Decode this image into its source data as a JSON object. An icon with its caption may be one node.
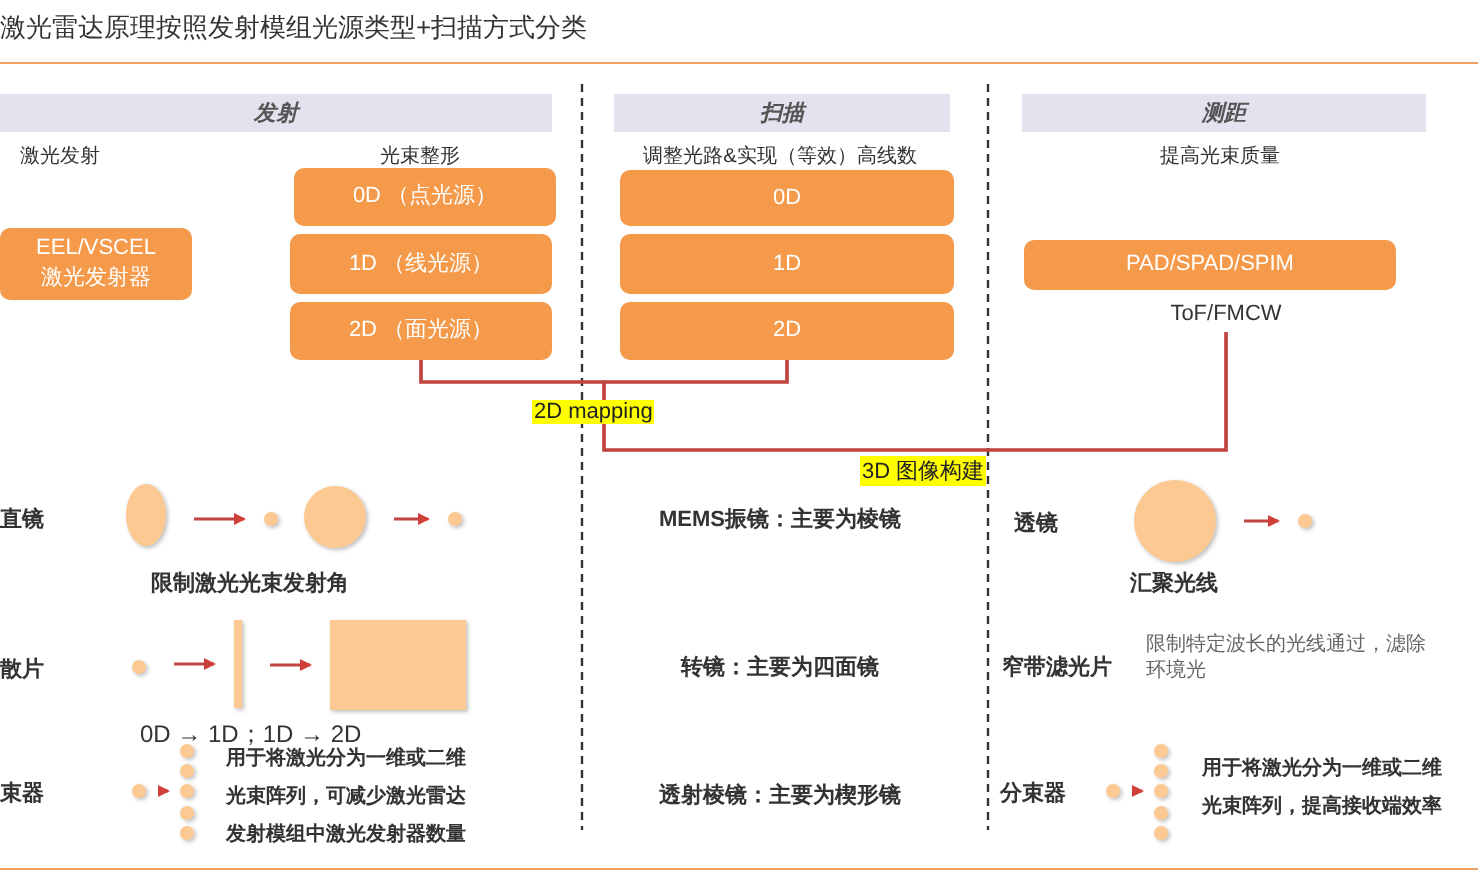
{
  "diagram": {
    "title": "激光雷达原理按照发射模组光源类型+扫描方式分类",
    "nodes": [
      {
        "text": [
          "发射"
        ]
      },
      {
        "text": [
          "扫描"
        ]
      },
      {
        "text": [
          "测距"
        ]
      },
      {
        "text": [
          "EEL/VSCEL 激光发射器"
        ]
      },
      {
        "text": [
          "0D （点光源）"
        ]
      },
      {
        "text": [
          "1D （线光源）"
        ]
      },
      {
        "text": [
          "2D （面光源）"
        ]
      },
      {
        "text": [
          "0D"
        ]
      },
      {
        "text": [
          "1D"
        ]
      },
      {
        "text": [
          "2D"
        ]
      },
      {
        "text": [
          "PAD/SPAD/SPIM"
        ]
      },
      {
        "text": [
          "ToF/FMCW"
        ]
      },
      {
        "text": [],
        "shape": "circle"
      },
      {
        "text": [],
        "shape": "circle"
      },
      {
        "text": [],
        "shape": "circle"
      },
      {
        "text": [],
        "shape": "circle"
      },
      {
        "text": [],
        "shape": "circle"
      },
      {
        "text": [],
        "shape": "bar"
      },
      {
        "text": [],
        "shape": "box"
      },
      {
        "text": [],
        "shape": "circle"
      },
      {
        "text": [],
        "shape": "circle"
      },
      {
        "text": [],
        "shape": "circle"
      },
      {
        "text": [],
        "shape": "circle"
      },
      {
        "text": [],
        "shape": "circle"
      },
      {
        "text": [],
        "shape": "circle"
      },
      {
        "text": [],
        "shape": "circle"
      },
      {
        "text": [],
        "shape": "circle"
      },
      {
        "text": [],
        "shape": "circle"
      },
      {
        "text": [],
        "shape": "circle"
      },
      {
        "text": [],
        "shape": "circle"
      },
      {
        "text": [],
        "shape": "circle"
      },
      {
        "text": [],
        "shape": "circle"
      },
      {
        "text": [],
        "shape": "circle"
      }
    ],
    "edges": [
      {
        "from": 6,
        "to": 9,
        "arrow": "none",
        "label": "2D mapping"
      },
      {
        "from": 6,
        "to": 11,
        "arrow": "none",
        "label": "3D 图像构建"
      },
      {
        "from": 9,
        "to": 11,
        "arrow": "none"
      },
      {
        "from": 12,
        "to": 13,
        "arrow": "to"
      },
      {
        "from": 14,
        "to": 15,
        "arrow": "to"
      },
      {
        "from": 16,
        "to": 17,
        "arrow": "to"
      },
      {
        "from": 17,
        "to": 18,
        "arrow": "to"
      },
      {
        "from": 19,
        "to": 22,
        "arrow": "to"
      },
      {
        "from": 25,
        "to": 26,
        "arrow": "to"
      },
      {
        "from": 27,
        "to": 30,
        "arrow": "to"
      }
    ],
    "labels": [
      "激光发射",
      "光束整形",
      "调整光路&实现（等效）高线数",
      "提高光束质量",
      "直镜",
      "MEMS振镜：主要为棱镜",
      "透镜",
      "限制激光光束发射角",
      "汇聚光线",
      "散片",
      "转镜：主要为四面镜",
      "窄带滤光片",
      "限制特定波长的光线通过，滤除环境光",
      "0D → 1D；1D → 2D",
      "束器",
      "用于将激光分为一维或二维光束阵列，可减少激光雷达发射模组中激光发射器数量",
      "透射棱镜：主要为楔形镜",
      "分束器",
      "用于将激光分为一维或二维光束阵列，提高接收端效率"
    ]
  }
}
